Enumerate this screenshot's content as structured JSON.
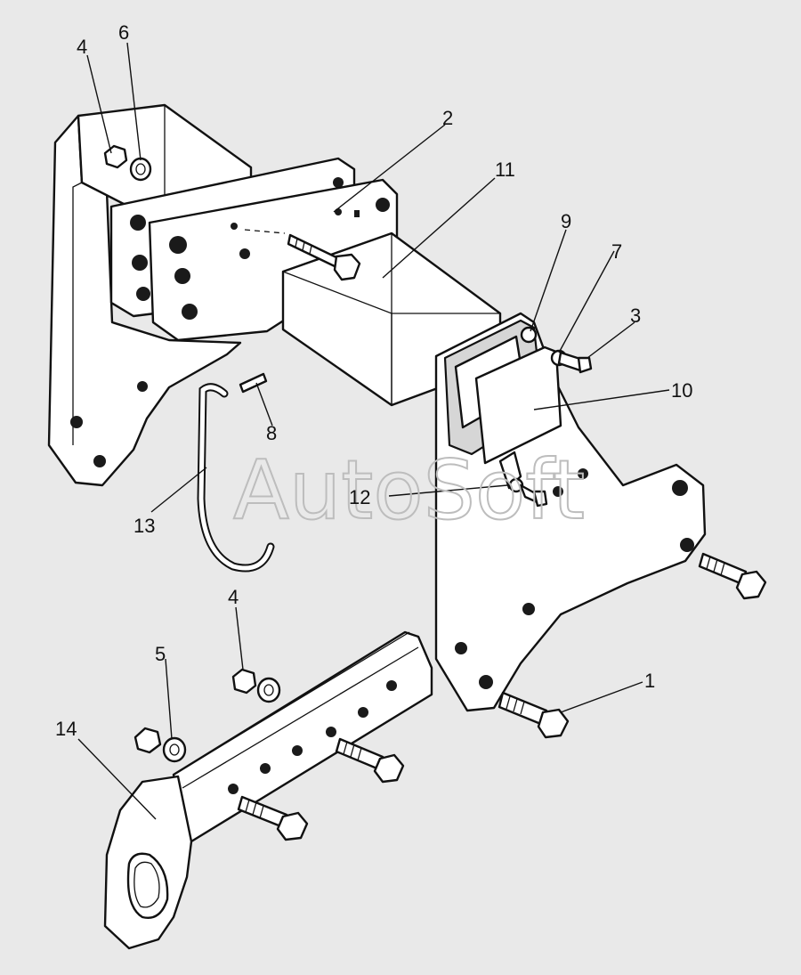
{
  "watermark": "AutoSoft",
  "callouts": [
    {
      "id": "c1",
      "label": "1"
    },
    {
      "id": "c2",
      "label": "2"
    },
    {
      "id": "c3",
      "label": "3"
    },
    {
      "id": "c4a",
      "label": "4"
    },
    {
      "id": "c4b",
      "label": "4"
    },
    {
      "id": "c5",
      "label": "5"
    },
    {
      "id": "c6",
      "label": "6"
    },
    {
      "id": "c7",
      "label": "7"
    },
    {
      "id": "c8",
      "label": "8"
    },
    {
      "id": "c9",
      "label": "9"
    },
    {
      "id": "c10",
      "label": "10"
    },
    {
      "id": "c11",
      "label": "11"
    },
    {
      "id": "c12",
      "label": "12"
    },
    {
      "id": "c13",
      "label": "13"
    },
    {
      "id": "c14",
      "label": "14"
    }
  ]
}
